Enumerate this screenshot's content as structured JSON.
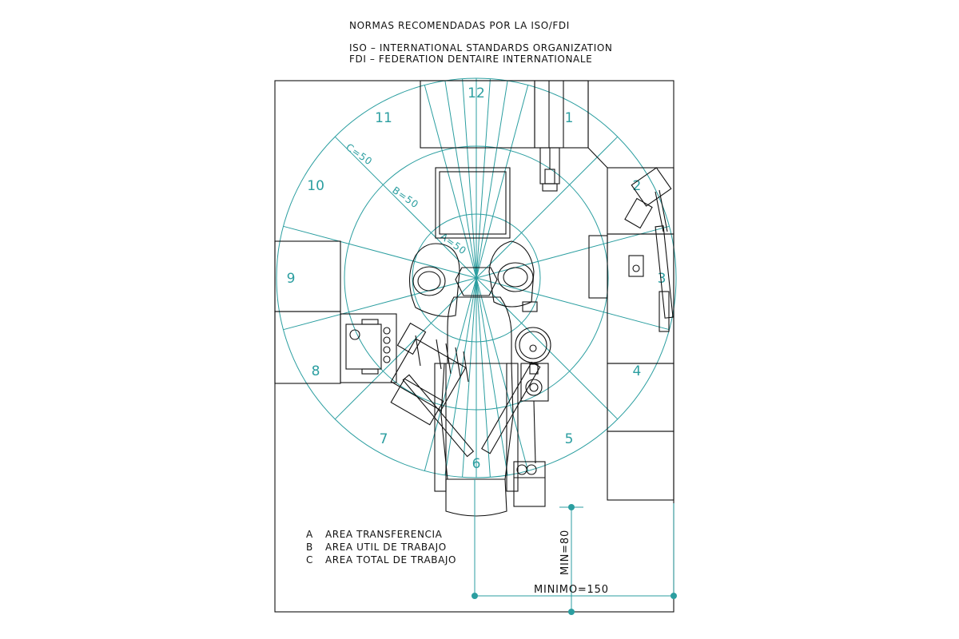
{
  "header": {
    "title": "NORMAS RECOMENDADAS POR LA ISO/FDI",
    "line_iso": "ISO – INTERNATIONAL STANDARDS ORGANIZATION",
    "line_fdi": "FDI – FEDERATION DENTAIRE INTERNATIONALE"
  },
  "clock_zones": [
    "1",
    "2",
    "3",
    "4",
    "5",
    "6",
    "7",
    "8",
    "9",
    "10",
    "11",
    "12"
  ],
  "circle_labels": {
    "c": "C=50",
    "b": "B=50",
    "a": "A=50"
  },
  "legend": [
    {
      "key": "A",
      "text": "AREA TRANSFERENCIA"
    },
    {
      "key": "B",
      "text": "AREA UTIL DE TRABAJO"
    },
    {
      "key": "C",
      "text": "AREA TOTAL DE TRABAJO"
    }
  ],
  "dimensions": {
    "min_vertical": "MIN=80",
    "min_horizontal": "MINIMO=150"
  },
  "colors": {
    "teal": "#2b9ea0",
    "line": "#111111",
    "background": "#ffffff"
  }
}
